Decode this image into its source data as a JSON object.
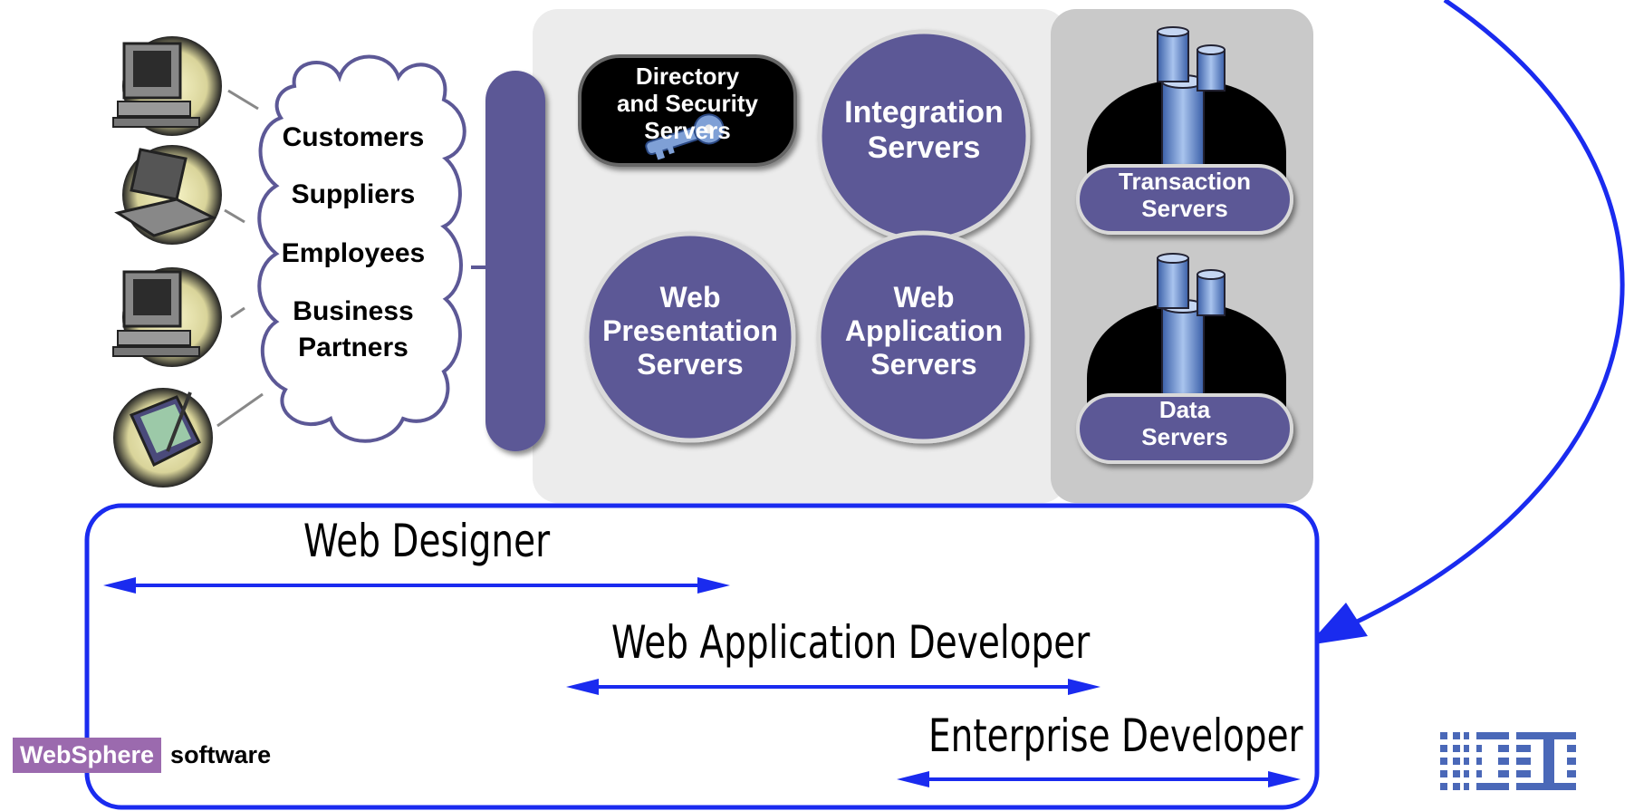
{
  "audiences": {
    "customers": "Customers",
    "suppliers": "Suppliers",
    "employees": "Employees",
    "business": "Business",
    "partners": "Partners"
  },
  "servers": {
    "directory": [
      "Directory",
      "and Security",
      "Servers"
    ],
    "integration": [
      "Integration",
      "Servers"
    ],
    "web_presentation": [
      "Web",
      "Presentation",
      "Servers"
    ],
    "web_application": [
      "Web",
      "Application",
      "Servers"
    ],
    "transaction": [
      "Transaction",
      "Servers"
    ],
    "data": [
      "Data",
      "Servers"
    ]
  },
  "roles": {
    "web_designer": "Web Designer",
    "web_app_developer": "Web Application Developer",
    "enterprise_developer": "Enterprise Developer"
  },
  "branding": {
    "websphere_left": "WebSphere",
    "websphere_right": "software",
    "ibm": "IBM"
  },
  "colors": {
    "server_purple": "#5c5896",
    "panel_light": "#ececec",
    "panel_dark": "#c8c8c8",
    "arrow_blue": "#1a2bef",
    "websphere_purple": "#9b6aae"
  },
  "icons": [
    "desktop-computer-icon",
    "laptop-icon",
    "desktop-computer-icon",
    "pda-icon",
    "key-icon",
    "database-icon"
  ]
}
